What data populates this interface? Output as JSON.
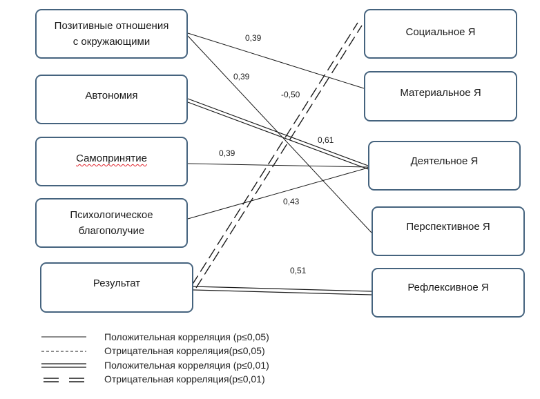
{
  "colors": {
    "box_border": "#45637e",
    "line": "#1a1a1a",
    "spellcheck_underline": "#e0222b"
  },
  "left_nodes": [
    {
      "id": "positive",
      "label_lines": [
        "Позитивные отношения",
        "с окружающими"
      ]
    },
    {
      "id": "autonomy",
      "label_lines": [
        "Автономия"
      ]
    },
    {
      "id": "selfaccept",
      "label_lines": [
        "Самопринятие"
      ]
    },
    {
      "id": "wellbeing",
      "label_lines": [
        "Психологическое",
        "благополучие"
      ]
    },
    {
      "id": "result",
      "label_lines": [
        "Результат"
      ]
    }
  ],
  "right_nodes": [
    {
      "id": "social",
      "label": "Социальное Я"
    },
    {
      "id": "material",
      "label": "Материальное Я"
    },
    {
      "id": "activity",
      "label": "Деятельное Я"
    },
    {
      "id": "perspective",
      "label": "Перспективное Я"
    },
    {
      "id": "reflexive",
      "label": "Рефлексивное Я"
    }
  ],
  "edges": [
    {
      "from": "Позитивные отношения с окружающими",
      "to": "Материальное Я",
      "value": "0,39",
      "type": "positive_p05"
    },
    {
      "from": "Позитивные отношения с окружающими",
      "to": "Перспективное Я",
      "value": "0,39",
      "type": "positive_p05"
    },
    {
      "from": "Автономия",
      "to": "Деятельное Я",
      "value": "0,61",
      "type": "positive_p01"
    },
    {
      "from": "Самопринятие",
      "to": "Деятельное Я",
      "value": "0,39",
      "type": "positive_p05"
    },
    {
      "from": "Психологическое благополучие",
      "to": "Деятельное Я",
      "value": "0,43",
      "type": "positive_p05"
    },
    {
      "from": "Результат",
      "to": "Социальное Я",
      "value": "-0,50",
      "type": "negative_p01"
    },
    {
      "from": "Результат",
      "to": "Рефлексивное Я",
      "value": "0,51",
      "type": "positive_p01"
    }
  ],
  "legend": [
    {
      "type": "positive_p05",
      "label": "Положительная корреляция (p≤0,05)"
    },
    {
      "type": "negative_p05",
      "label": "Отрицательная корреляция(p≤0,05)"
    },
    {
      "type": "positive_p01",
      "label": "Положительная корреляция (p≤0,01)"
    },
    {
      "type": "negative_p01",
      "label": "Отрицательная корреляция(p≤0,01)"
    }
  ]
}
